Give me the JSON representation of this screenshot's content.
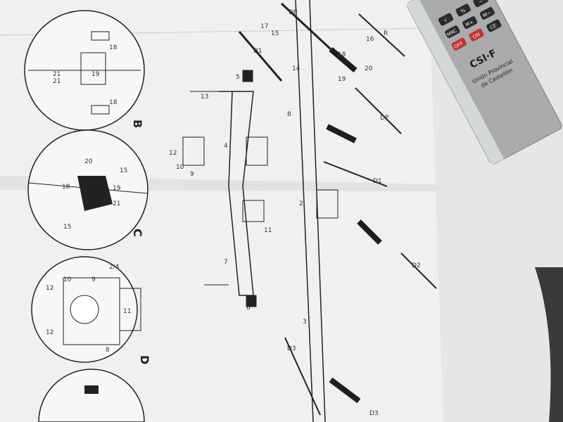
{
  "booklet": {
    "section_labels": [
      "B",
      "C",
      "D"
    ],
    "part_labels": [
      "D1",
      "DP",
      "DP",
      "D1",
      "D2",
      "D3",
      "D3",
      "R",
      "16",
      "15",
      "18",
      "20",
      "14",
      "17",
      "19",
      "13",
      "5",
      "6",
      "7",
      "8",
      "4",
      "2",
      "3",
      "9",
      "10",
      "11",
      "12",
      "21"
    ],
    "detail_labels": {
      "B": [
        "18",
        "19",
        "21",
        "18"
      ],
      "C": [
        "20",
        "15",
        "19",
        "21",
        "18",
        "15"
      ],
      "D": [
        "2/4",
        "9",
        "10",
        "12",
        "11",
        "12",
        "8"
      ]
    }
  },
  "calculator": {
    "keys": [
      "√",
      "%",
      "−",
      "MRC",
      "M+",
      "M−",
      "OFF",
      "ON",
      "CE"
    ],
    "logo": "CSI·F",
    "org_line1": "Unión Provincial",
    "org_line2": "de Castellón"
  },
  "colors": {
    "paper": "#f1f1f1",
    "ink": "#222222",
    "calculator": "#a9abad",
    "key_dark": "#2b2b2d",
    "key_red": "#c8322c"
  }
}
